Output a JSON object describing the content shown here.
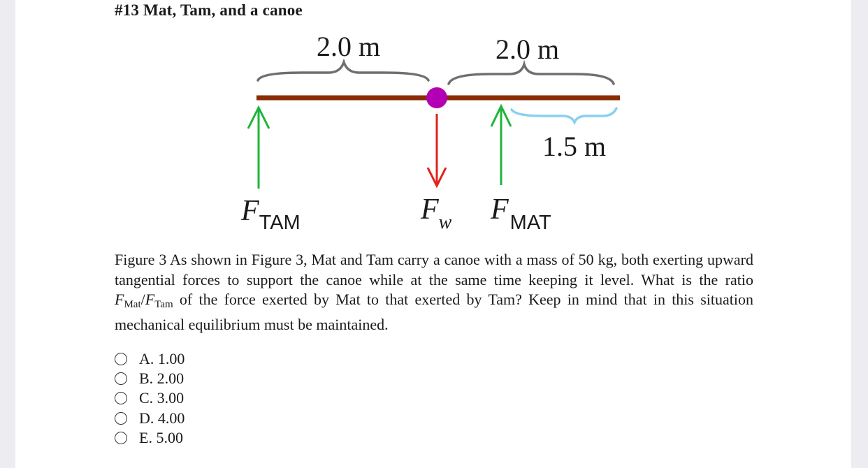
{
  "title": "#13 Mat, Tam, and a canoe",
  "figure": {
    "dim_left": "2.0 m",
    "dim_right": "2.0 m",
    "dim_short": "1.5 m",
    "f_tam": {
      "symbol": "F",
      "subscript": "TAM"
    },
    "f_w": {
      "symbol": "F",
      "subscript": "w"
    },
    "f_mat": {
      "symbol": "F",
      "subscript": "MAT"
    },
    "colors": {
      "beam": "#8a2d05",
      "center_of_mass": "#b400b4",
      "support_arrows": "#1fb53a",
      "weight_arrow": "#e2231a",
      "braces": "#6f6f6f",
      "short_brace": "#8ad0f2"
    }
  },
  "question": {
    "part1": "Figure 3 As shown in Figure 3, Mat and Tam carry a canoe with a mass of 50 kg, both exerting upward tangential forces to support the canoe while at the same time keeping it level. What is the ratio ",
    "num_var": "F",
    "num_sub": "Mat",
    "slash": "/",
    "den_var": "F",
    "den_sub": "Tam",
    "part2": " of the force exerted by Mat to that exerted by Tam? Keep in mind that in this situation mechanical equilibrium must be maintained."
  },
  "options": [
    {
      "label": "A. 1.00"
    },
    {
      "label": "B. 2.00"
    },
    {
      "label": "C. 3.00"
    },
    {
      "label": "D. 4.00"
    },
    {
      "label": "E. 5.00"
    }
  ]
}
